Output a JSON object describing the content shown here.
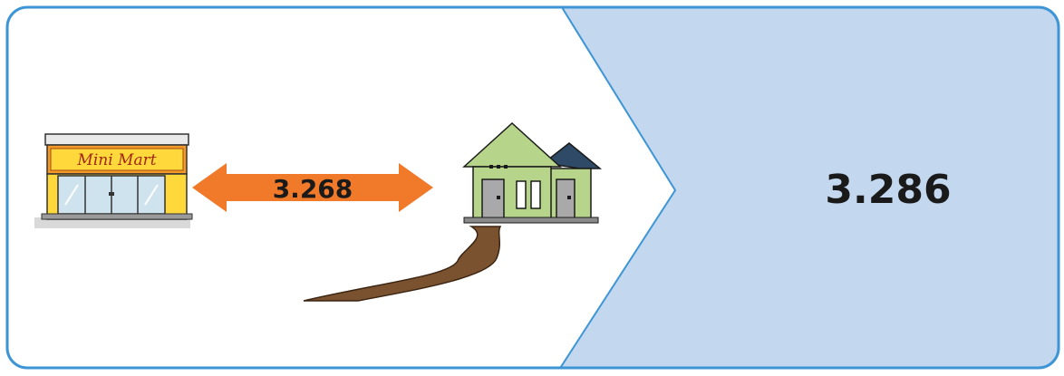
{
  "store": {
    "sign_text": "Mini Mart"
  },
  "distance_arrow": {
    "label": "3.268",
    "color": "#f07a2a"
  },
  "answer": {
    "value": "3.286"
  },
  "colors": {
    "border": "#3d95d6",
    "answer_panel": "#c3d7ee",
    "house_wall": "#b7d58a",
    "house_roof": "#2f4a66",
    "path": "#7a5230"
  },
  "icons": [
    "mini-mart-store-icon",
    "house-icon",
    "double-arrow-icon",
    "dirt-path-icon"
  ]
}
